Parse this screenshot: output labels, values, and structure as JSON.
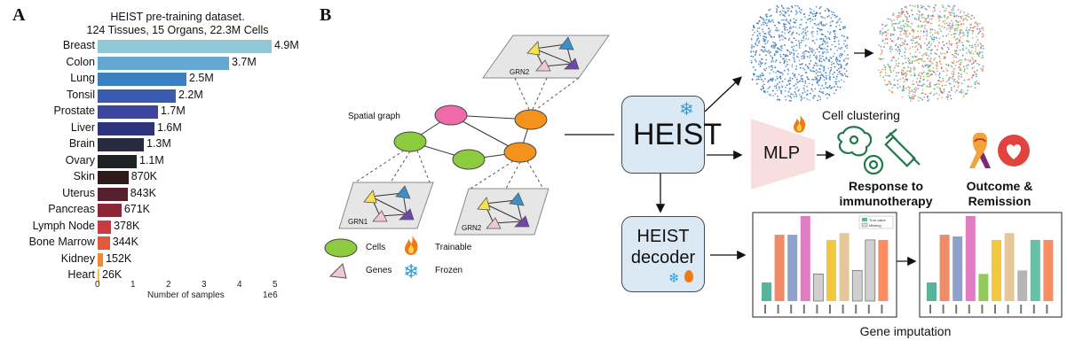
{
  "panel_a": {
    "letter": "A",
    "title_line1": "HEIST pre-training dataset.",
    "title_line2": "124 Tissues, 15 Organs, 22.3M Cells",
    "chart_data": {
      "type": "bar",
      "orientation": "horizontal",
      "categories": [
        "Breast",
        "Colon",
        "Lung",
        "Tonsil",
        "Prostate",
        "Liver",
        "Brain",
        "Ovary",
        "Skin",
        "Uterus",
        "Pancreas",
        "Lymph Node",
        "Bone Marrow",
        "Kidney",
        "Heart"
      ],
      "values": [
        4900000,
        3700000,
        2500000,
        2200000,
        1700000,
        1600000,
        1300000,
        1100000,
        870000,
        843000,
        671000,
        378000,
        344000,
        152000,
        26000
      ],
      "value_labels": [
        "4.9M",
        "3.7M",
        "2.5M",
        "2.2M",
        "1.7M",
        "1.6M",
        "1.3M",
        "1.1M",
        "870K",
        "843K",
        "671K",
        "378K",
        "344K",
        "152K",
        "26K"
      ],
      "colors": [
        "#8fc9d8",
        "#63a8d2",
        "#3a7fc0",
        "#3b5bb0",
        "#3c45a0",
        "#2d347c",
        "#282b40",
        "#1e2222",
        "#2e1a1a",
        "#58202e",
        "#8c2535",
        "#c93b43",
        "#e0593c",
        "#f28b30",
        "#f6c24a"
      ],
      "xlim": [
        0,
        5000000
      ],
      "xticks": [
        "0",
        "1",
        "2",
        "3",
        "4",
        "5"
      ],
      "xlabel": "Number of samples",
      "x_multiplier": "1e6"
    }
  },
  "panel_b": {
    "letter": "B",
    "spatial_graph_label": "Spatial graph",
    "grn_labels": {
      "top": "GRN2",
      "left": "GRN1",
      "right": "GRN2"
    },
    "legend": {
      "cells": "Cells",
      "genes": "Genes",
      "trainable": "Trainable",
      "frozen": "Frozen"
    },
    "heist_label": "HEIST",
    "mlp_label": "MLP",
    "decoder_line1": "HEIST",
    "decoder_line2": "decoder",
    "cell_clustering": "Cell clustering",
    "response_line1": "Response to",
    "response_line2": "immunotherapy",
    "outcome_line1": "Outcome &",
    "outcome_line2": "Remission",
    "gene_imputation": "Gene imputation",
    "imputation_legend": {
      "true_value": "True value",
      "missing": "Missing"
    },
    "imputation_before": [
      0.22,
      0.78,
      0.78,
      1.0,
      0.32,
      0.72,
      0.8,
      0.36,
      0.72,
      0.72
    ],
    "imputation_after": [
      0.22,
      0.78,
      0.76,
      1.0,
      0.32,
      0.72,
      0.8,
      0.36,
      0.72,
      0.72
    ],
    "imputation_missing_before": [
      false,
      false,
      false,
      false,
      true,
      false,
      false,
      true,
      true,
      false
    ],
    "imputation_colors": [
      "#5ab39b",
      "#f08a67",
      "#8ea2cb",
      "#e07cc2",
      "#94c95b",
      "#f3c83e",
      "#e6c79a",
      "#b5b5b5",
      "#66c2a5",
      "#fc8d62"
    ]
  }
}
